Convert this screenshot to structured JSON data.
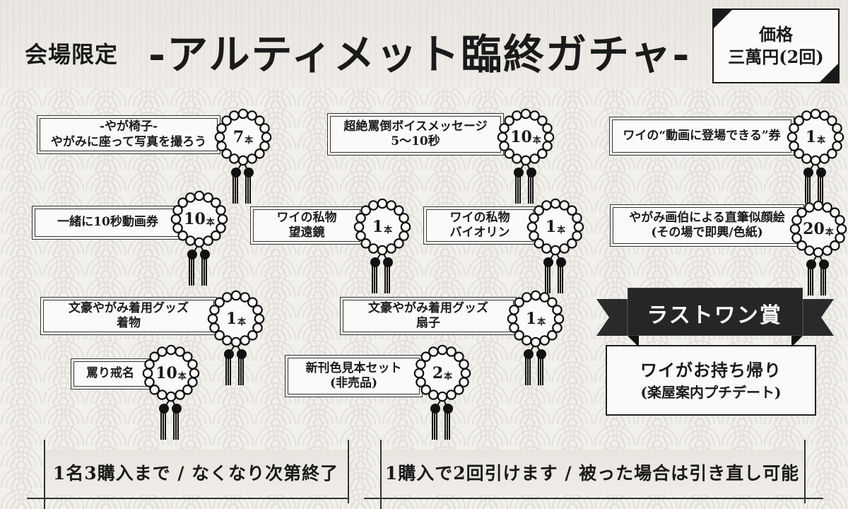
{
  "header": {
    "subtitle": "会場限定",
    "title": "-アルティメット臨終ガチャ-"
  },
  "price": {
    "label": "価格",
    "value": "三萬円(2回)"
  },
  "unit": "本",
  "prizes": [
    {
      "line1": "-やが椅子-",
      "line2": "やがみに座って写真を撮ろう",
      "count": "7"
    },
    {
      "line1": "超絶罵倒ボイスメッセージ",
      "line2": "5〜10秒",
      "count": "10"
    },
    {
      "line1": "ワイの“動画に登場できる”券",
      "line2": "",
      "count": "1"
    },
    {
      "line1": "一緒に10秒動画券",
      "line2": "",
      "count": "10"
    },
    {
      "line1": "ワイの私物",
      "line2": "望遠鏡",
      "count": "1"
    },
    {
      "line1": "ワイの私物",
      "line2": "バイオリン",
      "count": "1"
    },
    {
      "line1": "やがみ画伯による直筆似顔絵",
      "line2": "(その場で即興/色紙)",
      "count": "20"
    },
    {
      "line1": "文豪やがみ着用グッズ",
      "line2": "着物",
      "count": "1"
    },
    {
      "line1": "文豪やがみ着用グッズ",
      "line2": "扇子",
      "count": "1"
    },
    {
      "line1": "罵り戒名",
      "line2": "",
      "count": "10"
    },
    {
      "line1": "新刊色見本セット",
      "line2": "(非売品)",
      "count": "2"
    }
  ],
  "last_one": {
    "label": "ラストワン賞",
    "main": "ワイがお持ち帰り",
    "sub": "(楽屋案内プチデート)"
  },
  "footer": {
    "left": "1名3購入まで / なくなり次第終了",
    "right": "1購入で2回引けます / 被った場合は引き直し可能"
  },
  "colors": {
    "ink": "#1a1a1a",
    "paper": "#fbfaf8",
    "background": "#f2f0ec"
  }
}
